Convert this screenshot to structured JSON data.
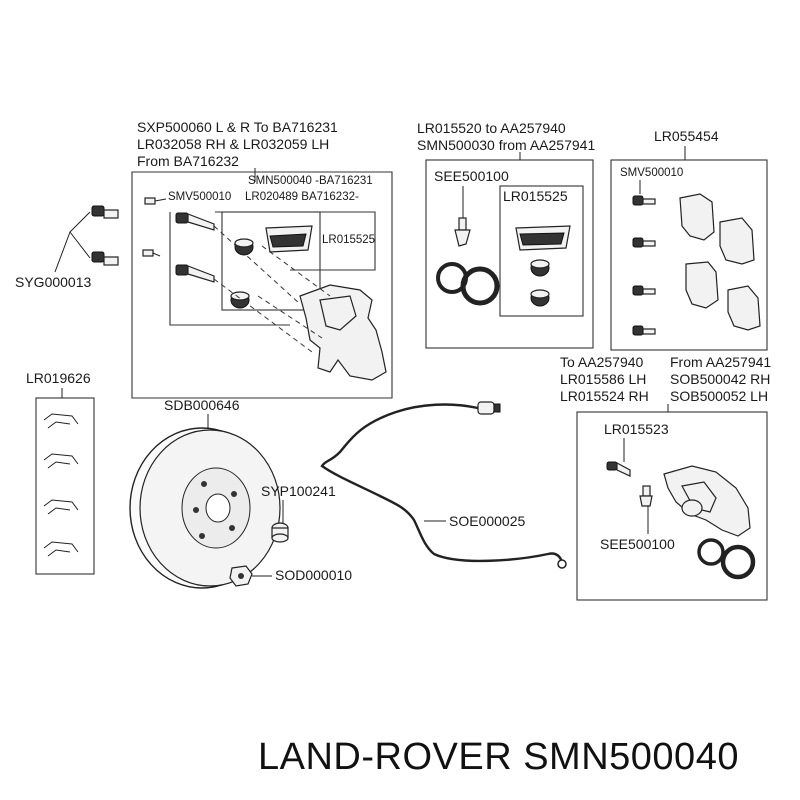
{
  "labels": {
    "sxp_line1": "SXP500060 L & R To BA716231",
    "sxp_line2": "LR032058 RH & LR032059 LH",
    "sxp_line3": "From BA716232",
    "smn500040": "SMN500040 -BA716231",
    "lr020489": "LR020489 BA716232-",
    "smv_a": "SMV500010",
    "lr015525_a": "LR015525",
    "syg": "SYG000013",
    "lr015520_line1": "LR015520 to AA257940",
    "lr015520_line2": "SMN500030 from AA257941",
    "see_a": "SEE500100",
    "lr015525_b": "LR015525",
    "lr055454": "LR055454",
    "smv_b": "SMV500010",
    "to_aa": "To AA257940",
    "lr015586": "LR015586 LH",
    "lr015524": "LR015524 RH",
    "from_aa": "From AA257941",
    "sob042": "SOB500042 RH",
    "sob052": "SOB500052 LH",
    "lr015523": "LR015523",
    "see_b": "SEE500100",
    "lr019626": "LR019626",
    "sdb": "SDB000646",
    "syp": "SYP100241",
    "sod": "SOD000010",
    "soe": "SOE000025"
  },
  "caption": "LAND-ROVER SMN500040"
}
